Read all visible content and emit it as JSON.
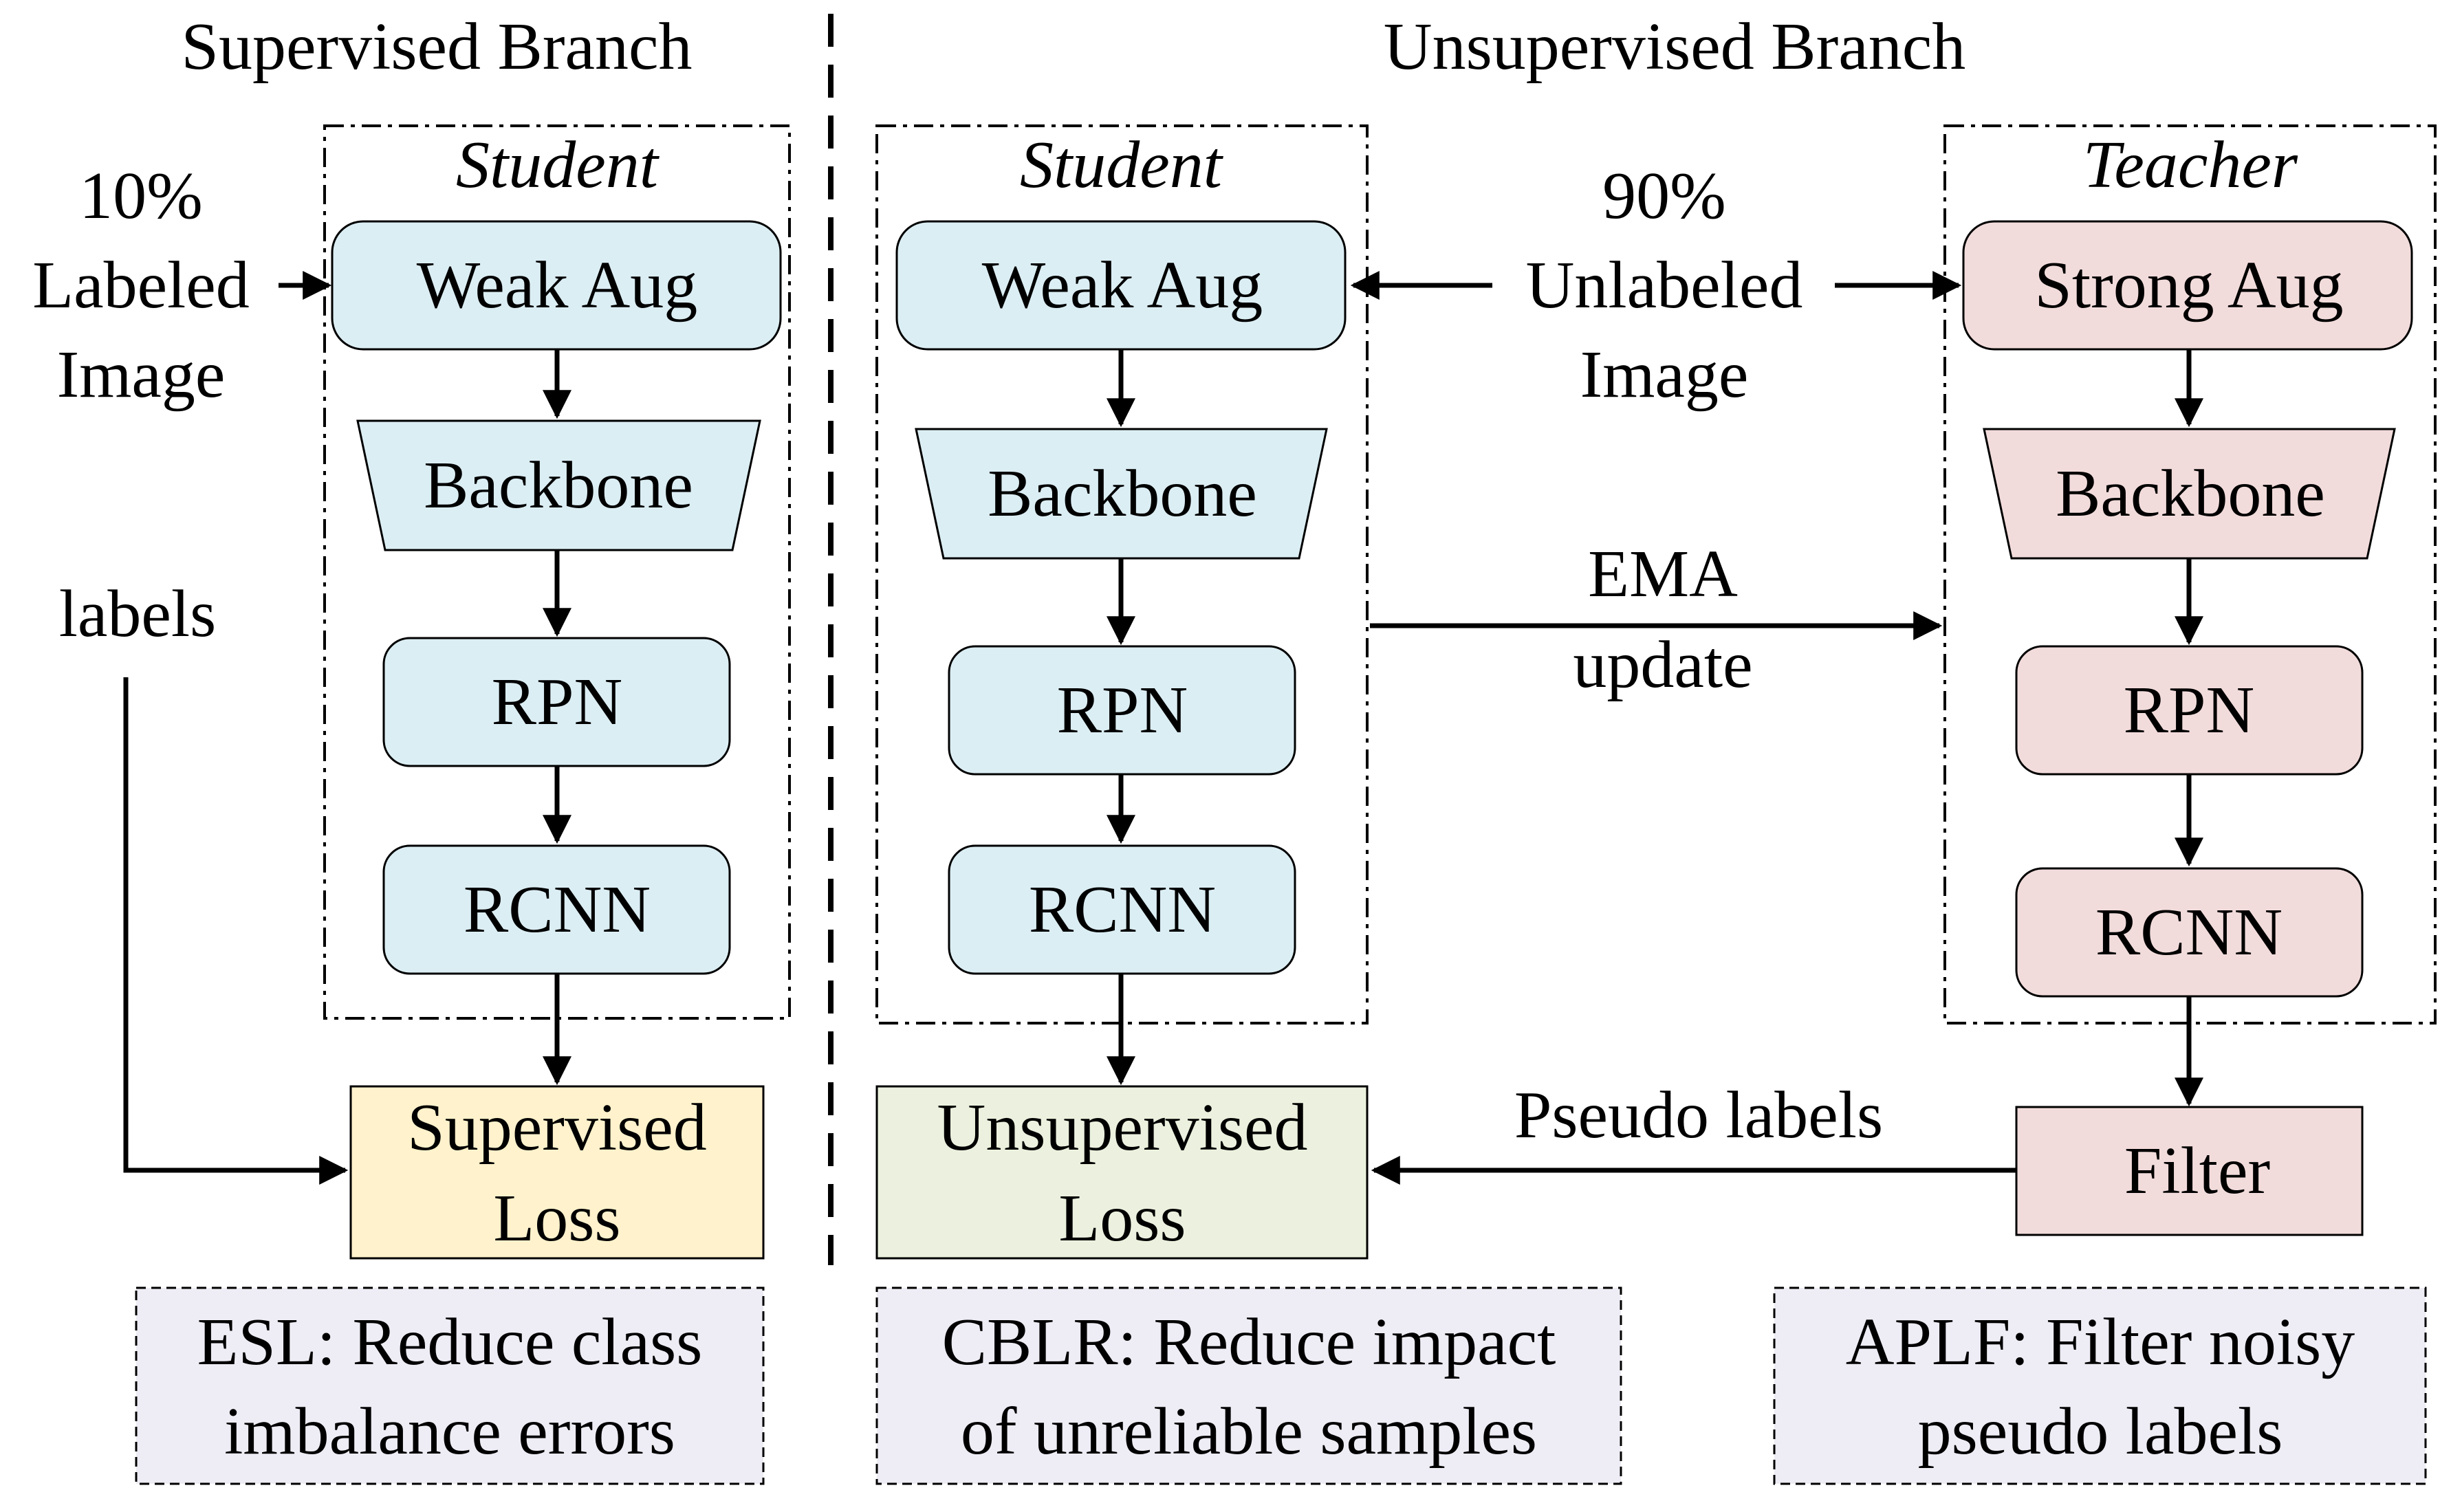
{
  "headers": {
    "supervised": "Supervised Branch",
    "unsupervised": "Unsupervised Branch"
  },
  "supervised": {
    "input_pct": "10%",
    "input_line2": "Labeled",
    "input_line3": "Image",
    "labels": "labels",
    "student_title": "Student",
    "weak_aug": "Weak Aug",
    "backbone": "Backbone",
    "rpn": "RPN",
    "rcnn": "RCNN",
    "loss_line1": "Supervised",
    "loss_line2": "Loss",
    "note_line1": "ESL: Reduce class",
    "note_line2": "imbalance errors"
  },
  "unsupervised": {
    "student_title": "Student",
    "weak_aug": "Weak Aug",
    "backbone": "Backbone",
    "rpn": "RPN",
    "rcnn": "RCNN",
    "input_pct": "90%",
    "input_line2": "Unlabeled",
    "input_line3": "Image",
    "ema_line1": "EMA",
    "ema_line2": "update",
    "teacher_title": "Teacher",
    "strong_aug": "Strong Aug",
    "t_backbone": "Backbone",
    "t_rpn": "RPN",
    "t_rcnn": "RCNN",
    "filter": "Filter",
    "pseudo_labels": "Pseudo labels",
    "loss_line1": "Unsupervised",
    "loss_line2": "Loss",
    "cblr_line1": "CBLR: Reduce impact",
    "cblr_line2": "of unreliable samples",
    "aplf_line1": "APLF: Filter noisy",
    "aplf_line2": "pseudo labels"
  },
  "colors": {
    "student_fill": "#dbeef4",
    "teacher_fill": "#f2dcdb",
    "supervised_loss_fill": "#fff2cc",
    "unsupervised_loss_fill": "#ebf1de",
    "note_fill": "#eeecf4"
  }
}
